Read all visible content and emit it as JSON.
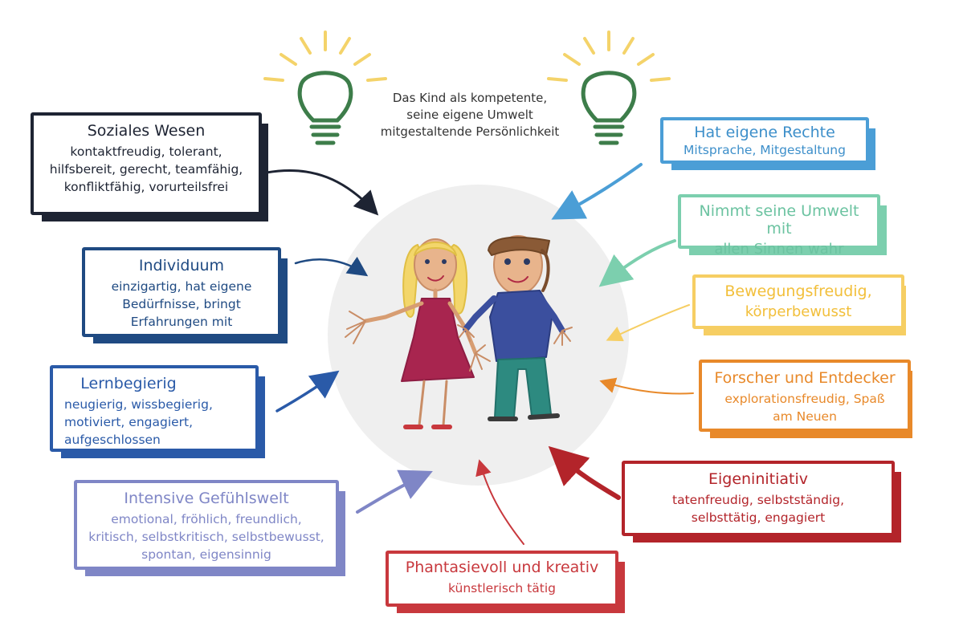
{
  "center": {
    "line1": "Das Kind als kompetente,",
    "line2": "seine eigene Umwelt",
    "line3": "mitgestaltende Persönlichkeit"
  },
  "colors": {
    "navy": "#1e2433",
    "darkblue": "#1f4a82",
    "blue": "#2a5aa8",
    "lavender": "#7f86c6",
    "red": "#c8383d",
    "darkred": "#b3242a",
    "orange": "#e8892a",
    "yellow": "#f6ce63",
    "teal": "#7ccfae",
    "lightblue": "#4b9ed6",
    "bulb": "#3d7d4a",
    "ray": "#f4d36a"
  },
  "boxes": {
    "soziales": {
      "title": "Soziales Wesen",
      "l1": "kontaktfreudig, tolerant,",
      "l2": "hilfsbereit, gerecht, teamfähig,",
      "l3": "konfliktfähig, vorurteilsfrei"
    },
    "individuum": {
      "title": "Individuum",
      "l1": "einzigartig, hat eigene",
      "l2": "Bedürfnisse, bringt",
      "l3": "Erfahrungen mit"
    },
    "lernbegierig": {
      "title": "Lernbegierig",
      "l1": "neugierig, wissbegierig,",
      "l2": "motiviert, engagiert,",
      "l3": "aufgeschlossen"
    },
    "gefuehl": {
      "title": "Intensive Gefühlswelt",
      "l1": "emotional, fröhlich, freundlich,",
      "l2": "kritisch, selbstkritisch, selbstbewusst,",
      "l3": "spontan, eigensinnig"
    },
    "phantasie": {
      "title": "Phantasievoll und kreativ",
      "l1": "künstlerisch tätig"
    },
    "eigeninitiativ": {
      "title": "Eigeninitiativ",
      "l1": "tatenfreudig, selbstständig,",
      "l2": "selbsttätig, engagiert"
    },
    "forscher": {
      "title": "Forscher und Entdecker",
      "l1": "explorationsfreudig, Spaß",
      "l2": "am Neuen"
    },
    "bewegung": {
      "title": "Bewegungsfreudig,",
      "l1": "körperbewusst"
    },
    "sinne": {
      "title": "Nimmt seine Umwelt mit",
      "l1": "allen Sinnen wahr"
    },
    "rechte": {
      "title": "Hat eigene Rechte",
      "l1": "Mitsprache, Mitgestaltung"
    }
  }
}
